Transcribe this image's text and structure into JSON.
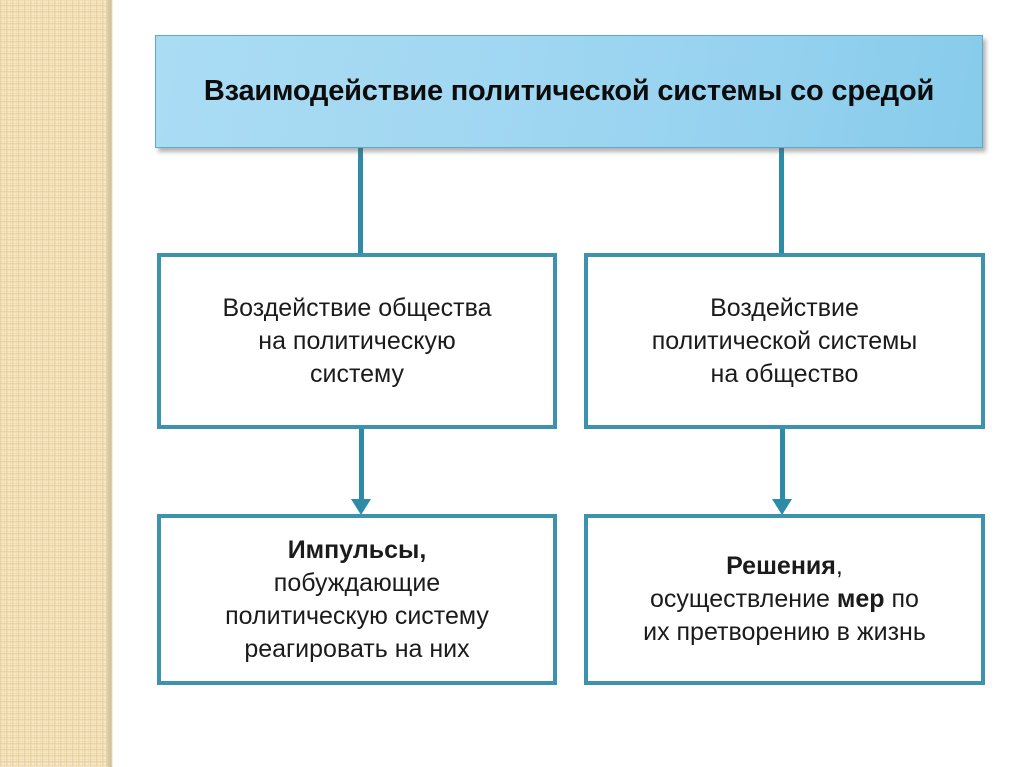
{
  "slide": {
    "background_color": "#ffffff",
    "side_strip": {
      "name": "decorative-texture-strip",
      "color": "#f6e9c9"
    },
    "accent_color": "#3d93ad",
    "connector_color": "#2e8ba8",
    "title_gradient_from": "#aadcf4",
    "title_gradient_to": "#87cbeb"
  },
  "title": {
    "text": "Взаимодействие политической системы со средой"
  },
  "nodes": {
    "mid_left": {
      "line1": "Воздействие общества",
      "line2": "на политическую",
      "line3": "систему"
    },
    "mid_right": {
      "line1": "Воздействие",
      "line2": "политической системы",
      "line3": "на общество"
    },
    "bottom_left": {
      "lead": "Импульсы,",
      "line2": "побуждающие",
      "line3": "политическую систему",
      "line4": "реагировать на них"
    },
    "bottom_right": {
      "lead": "Решения",
      "lead_punct": ",",
      "line2a": "осуществление ",
      "line2b": "мер",
      "line2c": " по",
      "line3": "их претворению в жизнь"
    }
  },
  "connectors": [
    {
      "name": "title-to-mid-left",
      "type": "line"
    },
    {
      "name": "title-to-mid-right",
      "type": "line"
    },
    {
      "name": "mid-left-to-bottom-left",
      "type": "arrow"
    },
    {
      "name": "mid-right-to-bottom-right",
      "type": "arrow"
    }
  ]
}
